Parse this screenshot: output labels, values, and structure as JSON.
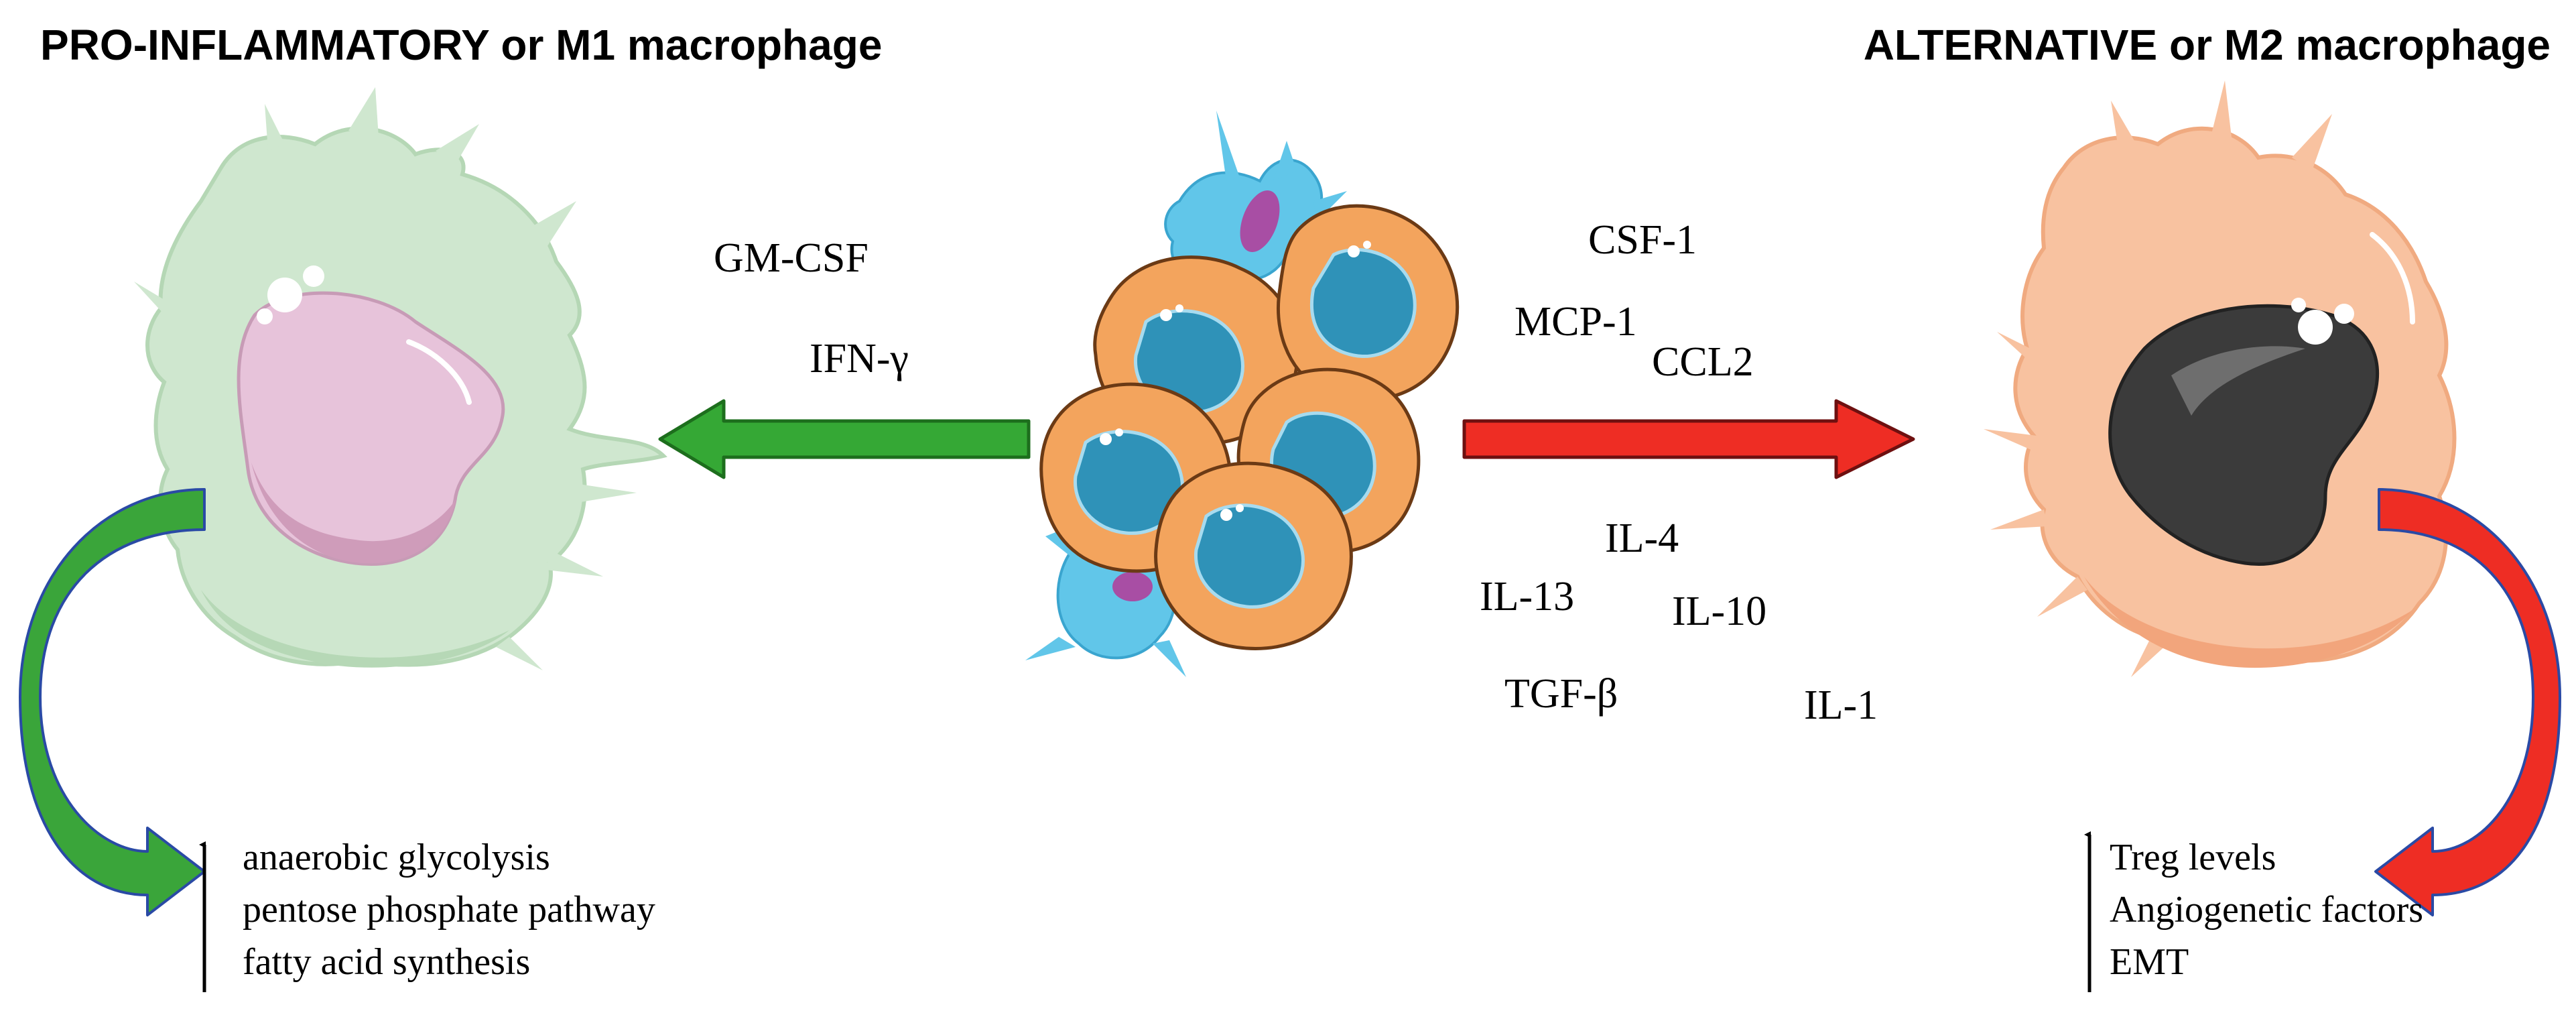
{
  "titles": {
    "m1": "PRO-INFLAMMATORY or M1 macrophage",
    "m2": "ALTERNATIVE or M2 macrophage"
  },
  "m1_cytokines": {
    "gmcsf": "GM-CSF",
    "ifng": "IFN-γ"
  },
  "m2_cytokines": {
    "csf1": "CSF-1",
    "mcp1": "MCP-1",
    "ccl2": "CCL2",
    "il4": "IL-4",
    "il13": "IL-13",
    "il10": "IL-10",
    "tgfb": "TGF-β",
    "il1": "IL-1"
  },
  "m1_effects": [
    "anaerobic glycolysis",
    "pentose phosphate pathway",
    "fatty acid synthesis"
  ],
  "m2_effects": [
    "Treg levels",
    "Angiogenetic factors",
    "EMT"
  ],
  "colors": {
    "m1_cell": "#cfe7cf",
    "m1_nucleus": "#e7bfd7",
    "m2_cell": "#f8bf98",
    "m2_nucleus": "#3d3d3d",
    "tumor_cell": "#f0a45e",
    "tumor_nucleus": "#2e8fb5",
    "green_arrow": "#35a835",
    "red_arrow": "#ee2d24"
  },
  "icons": [
    "m1-macrophage-icon",
    "m2-macrophage-icon",
    "tumor-cluster-icon",
    "up-arrow-icon"
  ]
}
